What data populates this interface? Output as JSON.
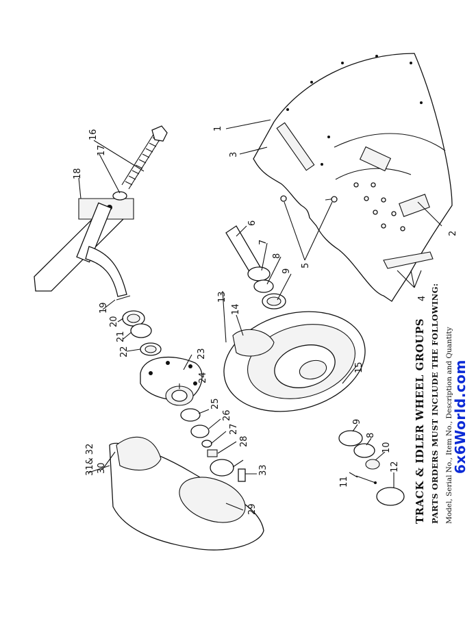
{
  "title": "TRACK & IDLER WHEEL GROUPS",
  "subtitle": "PARTS ORDERS MUST INCLUDE THE FOLLOWING:",
  "info": "Model, Serial No., Item No., Description and Quantity",
  "watermark": "6x6World.com",
  "callouts": {
    "c1": "1",
    "c2": "2",
    "c3": "3",
    "c4": "4",
    "c5": "5",
    "c6": "6",
    "c7": "7",
    "c8a": "8",
    "c8b": "8",
    "c9a": "9",
    "c9b": "9",
    "c10": "10",
    "c11": "11",
    "c12": "12",
    "c13": "13",
    "c14": "14",
    "c15": "15",
    "c16": "16",
    "c17": "17",
    "c18": "18",
    "c19": "19",
    "c20": "20",
    "c21": "21",
    "c22": "22",
    "c23": "23",
    "c24": "24",
    "c25": "25",
    "c26": "26",
    "c27": "27",
    "c28": "28",
    "c29": "29",
    "c30": "30",
    "c3132": "31& 32",
    "c33": "33"
  }
}
